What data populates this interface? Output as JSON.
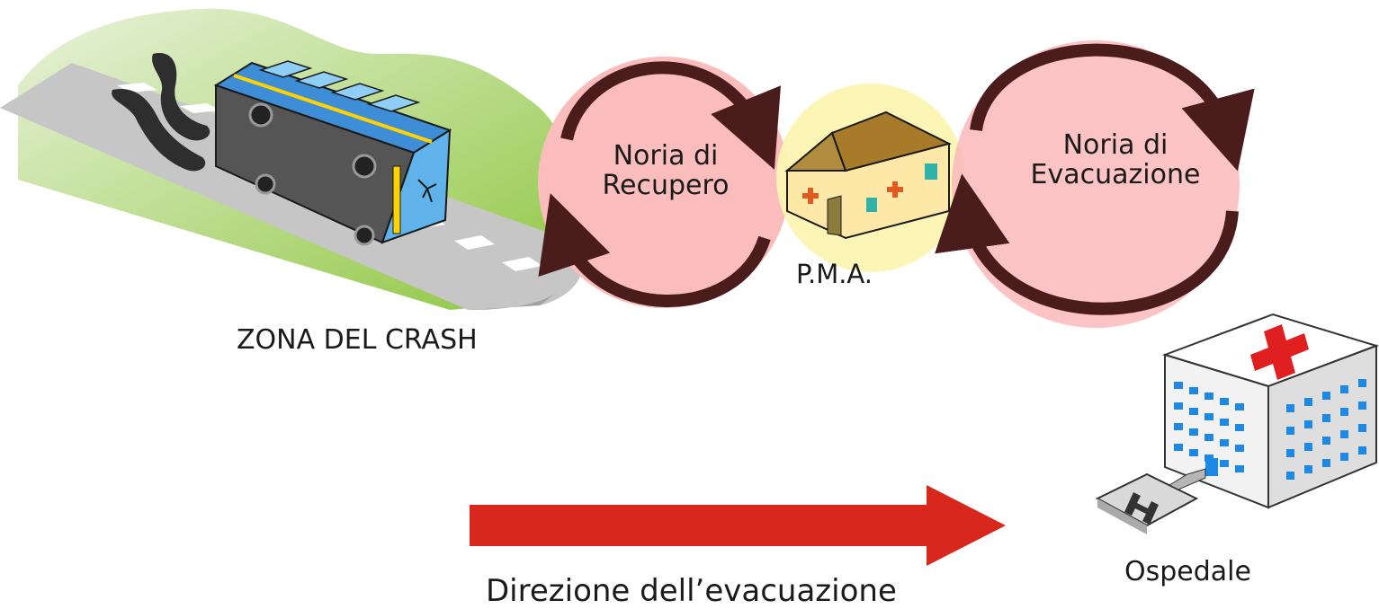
{
  "labels": {
    "crash_zone": "ZONA DEL CRASH",
    "recovery_loop": [
      "Noria di",
      "Recupero"
    ],
    "pma": "P.M.A.",
    "evacuation_loop": [
      "Noria di",
      "Evacuazione"
    ],
    "hospital": "Ospedale",
    "direction": "Direzione dell’evacuazione"
  },
  "colors": {
    "loop_fill": "#fbbcbc",
    "pma_fill": "#fbf6b2",
    "loop_arrow": "#4a1c1c",
    "direction_arrow": "#d8281e",
    "bus_body": "#2f8fd8",
    "road": "#c6c6c6",
    "grass": "#8ec63f"
  },
  "icons": [
    "crashed-bus-icon",
    "field-hospital-icon",
    "hospital-building-icon",
    "helipad-icon"
  ]
}
